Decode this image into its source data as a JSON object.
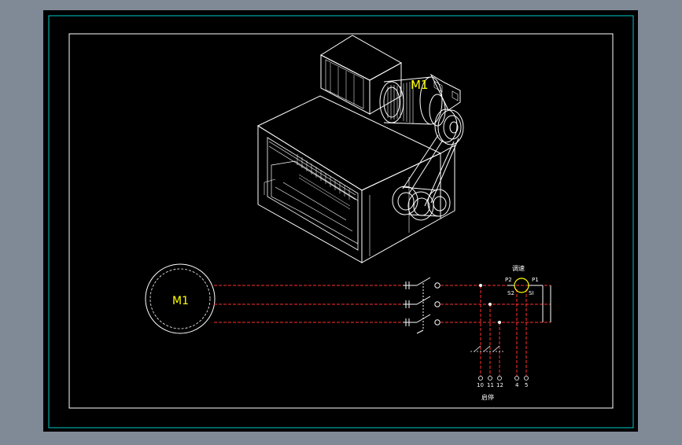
{
  "drawing": {
    "motor_label_3d": "M1",
    "motor_symbol_label": "M1",
    "meter_top_label": "调速",
    "bottom_label": "启停",
    "terminal_labels": {
      "p2": "P2",
      "p1": "P1",
      "s2": "S2",
      "s1": "SI"
    },
    "terminal_numbers": [
      "10",
      "11",
      "12",
      "4",
      "5"
    ]
  },
  "colors": {
    "background": "#7f8a96",
    "sheet": "#000000",
    "outer_border": "#00c8c8",
    "inner_border": "#ffffff",
    "lines": "#ffffff",
    "wires": "#ff3030",
    "label_yellow": "#ffff00"
  }
}
